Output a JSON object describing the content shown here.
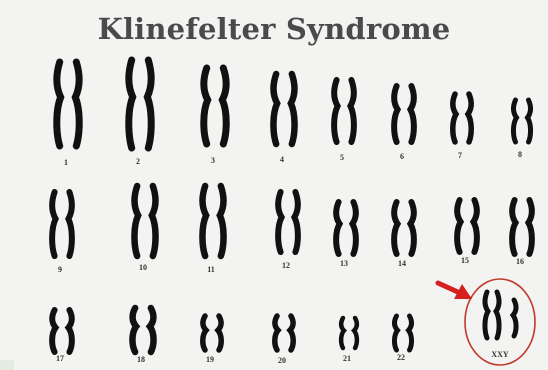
{
  "title": "Klinefelter Syndrome",
  "colors": {
    "chromosome": "#111111",
    "arrow": "#d62020",
    "circle": "#c0392b"
  },
  "rows": [
    {
      "pairs": [
        {
          "label": "1"
        },
        {
          "label": "2"
        },
        {
          "label": "3"
        },
        {
          "label": "4"
        },
        {
          "label": "5"
        },
        {
          "label": "6"
        },
        {
          "label": "7"
        },
        {
          "label": "8"
        }
      ]
    },
    {
      "pairs": [
        {
          "label": "9"
        },
        {
          "label": "10"
        },
        {
          "label": "11"
        },
        {
          "label": "12"
        },
        {
          "label": "13"
        },
        {
          "label": "14"
        },
        {
          "label": "15"
        },
        {
          "label": "16"
        }
      ]
    },
    {
      "pairs": [
        {
          "label": "17"
        },
        {
          "label": "18"
        },
        {
          "label": "19"
        },
        {
          "label": "20"
        },
        {
          "label": "21"
        },
        {
          "label": "22"
        }
      ]
    }
  ],
  "sex_chromosomes": {
    "label": "XXY",
    "highlighted": true
  }
}
